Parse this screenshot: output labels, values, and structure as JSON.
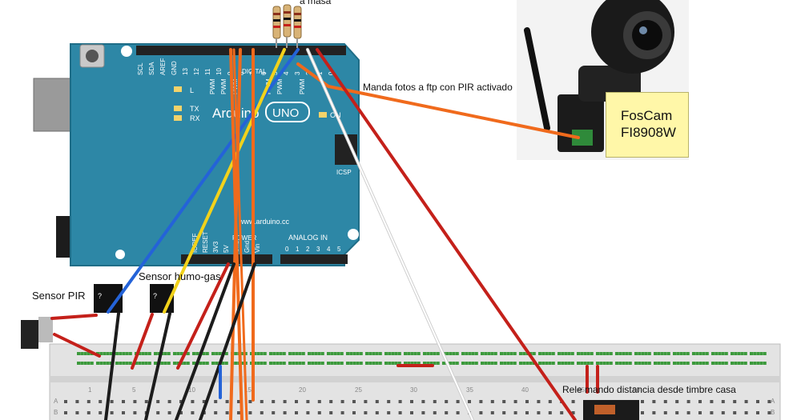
{
  "labels": {
    "sensor_pir": "Sensor PIR",
    "sensor_smoke": "Sensor humo-gas",
    "masa": "a masa",
    "ftp_note": "Manda fotos a ftp con PIR activado",
    "relay_note": "Rele mando distancia desde timbre casa"
  },
  "camera": {
    "brand": "FosCam",
    "model": "FI8908W"
  },
  "arduino": {
    "brand": "Arduino",
    "model": "UNO",
    "site": "www.arduino.cc",
    "digital_header": "DIGITAL",
    "analog_header": "ANALOG IN",
    "power_header": "POWER",
    "icsp": "ICSP",
    "digital_pins": [
      "SCL",
      "SDA",
      "AREF",
      "GND",
      "13",
      "12",
      "11",
      "10",
      "9",
      "8",
      "7",
      "6",
      "5",
      "4",
      "3",
      "2",
      "1",
      "0"
    ],
    "pwm_label": "PWM",
    "tx_label": "TX",
    "rx_label": "RX",
    "l_label": "L",
    "on_label": "ON",
    "power_pins": [
      "IOREF",
      "RESET",
      "3V3",
      "5V",
      "Gnd",
      "Gnd",
      "Vin"
    ],
    "analog_pins": [
      "0",
      "1",
      "2",
      "3",
      "4",
      "5"
    ]
  },
  "sensor_chip_mark": "?",
  "breadboard": {
    "column_numbers": [
      "1",
      "5",
      "10",
      "15",
      "20",
      "25",
      "30",
      "35",
      "40",
      "45",
      "50"
    ],
    "row_letters": [
      "A",
      "B"
    ]
  },
  "colors": {
    "board": "#2d87a6",
    "wire_blue": "#2463d8",
    "wire_yellow": "#f2d21b",
    "wire_orange": "#f06a1c",
    "wire_red": "#c4201a",
    "wire_black": "#1c1c1c",
    "wire_white": "#e6e6e6",
    "breadboard": "#e3e3e3",
    "note_bg": "#fff7a8"
  }
}
